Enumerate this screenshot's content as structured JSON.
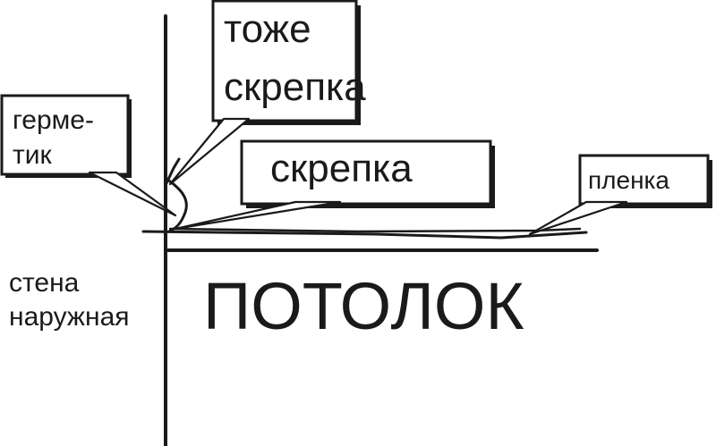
{
  "labels": {
    "wall": {
      "line1": "стена",
      "line2": "наружная"
    },
    "ceiling": "ПОТОЛОК"
  },
  "callouts": {
    "clip_too": {
      "line1": "тоже",
      "line2": "скрепка"
    },
    "sealant": {
      "line1": "герме-",
      "line2": "тик"
    },
    "clip": "скрепка",
    "film": "пленка"
  }
}
